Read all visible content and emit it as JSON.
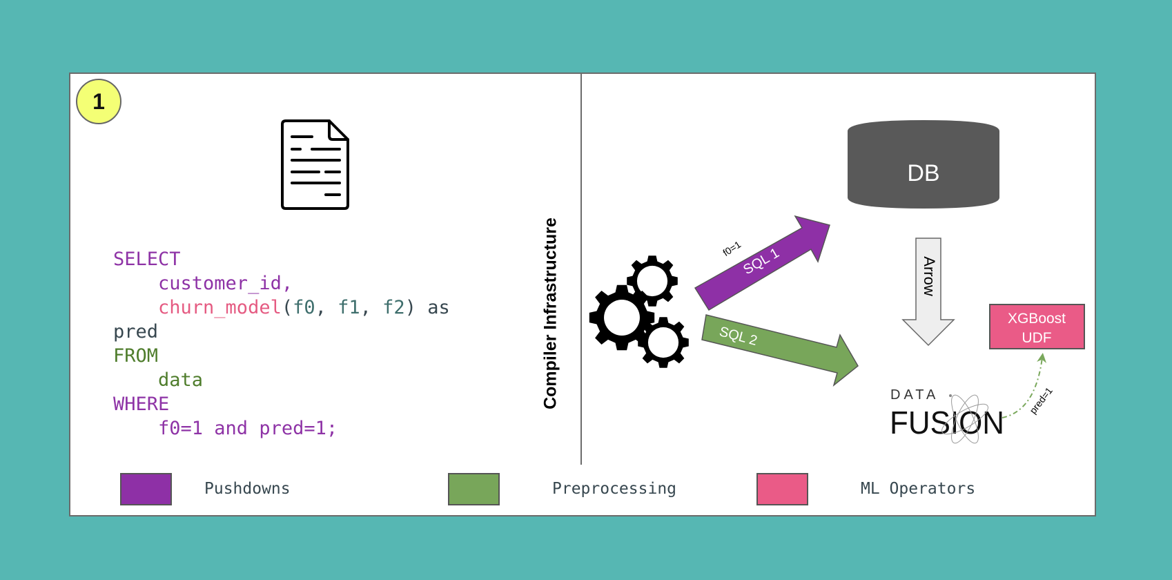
{
  "step_badge": "1",
  "left_panel": {
    "icon": "document-icon",
    "code_lines": [
      {
        "tokens": [
          {
            "text": "SELECT",
            "role": "keyword"
          }
        ]
      },
      {
        "tokens": [
          {
            "text": "    customer_id,",
            "role": "keyword"
          }
        ]
      },
      {
        "tokens": [
          {
            "text": "    churn_model",
            "role": "ml"
          },
          {
            "text": "(",
            "role": "plain"
          },
          {
            "text": "f0",
            "role": "feature"
          },
          {
            "text": ", ",
            "role": "plain"
          },
          {
            "text": "f1",
            "role": "feature"
          },
          {
            "text": ", ",
            "role": "plain"
          },
          {
            "text": "f2",
            "role": "feature"
          },
          {
            "text": ") as",
            "role": "plain"
          }
        ]
      },
      {
        "tokens": [
          {
            "text": "pred",
            "role": "plain"
          }
        ]
      },
      {
        "tokens": [
          {
            "text": "FROM",
            "role": "preprocessing"
          }
        ]
      },
      {
        "tokens": [
          {
            "text": "    data",
            "role": "preprocessing"
          }
        ]
      },
      {
        "tokens": [
          {
            "text": "WHERE",
            "role": "keyword"
          }
        ]
      },
      {
        "tokens": [
          {
            "text": "    f0=1 and pred=1;",
            "role": "keyword"
          }
        ]
      }
    ]
  },
  "divider_label": "Compiler Infrastructure",
  "right_panel": {
    "gears_icon": "gears-icon",
    "sql1": {
      "label": "SQL 1",
      "annotation": "f0=1",
      "color": "#8e30a6"
    },
    "sql2": {
      "label": "SQL 2",
      "color": "#78a65a"
    },
    "db": {
      "label": "DB",
      "color": "#595959"
    },
    "arrow_transfer": {
      "label": "Arrow",
      "color": "#eeeeee"
    },
    "engine_logo": {
      "line1": "DATA",
      "line2": "FUSION"
    },
    "udf": {
      "line1": "XGBoost",
      "line2": "UDF",
      "color": "#ea5b87"
    },
    "udf_edge_label": "pred=1"
  },
  "legend": [
    {
      "label": "Pushdowns",
      "color": "#8e30a6"
    },
    {
      "label": "Preprocessing",
      "color": "#78a65a"
    },
    {
      "label": "ML Operators",
      "color": "#ea5b87"
    }
  ],
  "colors": {
    "background": "#56b7b3",
    "keyword": "#8e33a6",
    "ml": "#e55b82",
    "feature": "#3e6e6c",
    "preprocessing": "#4f7d2c",
    "plain": "#37474f"
  }
}
